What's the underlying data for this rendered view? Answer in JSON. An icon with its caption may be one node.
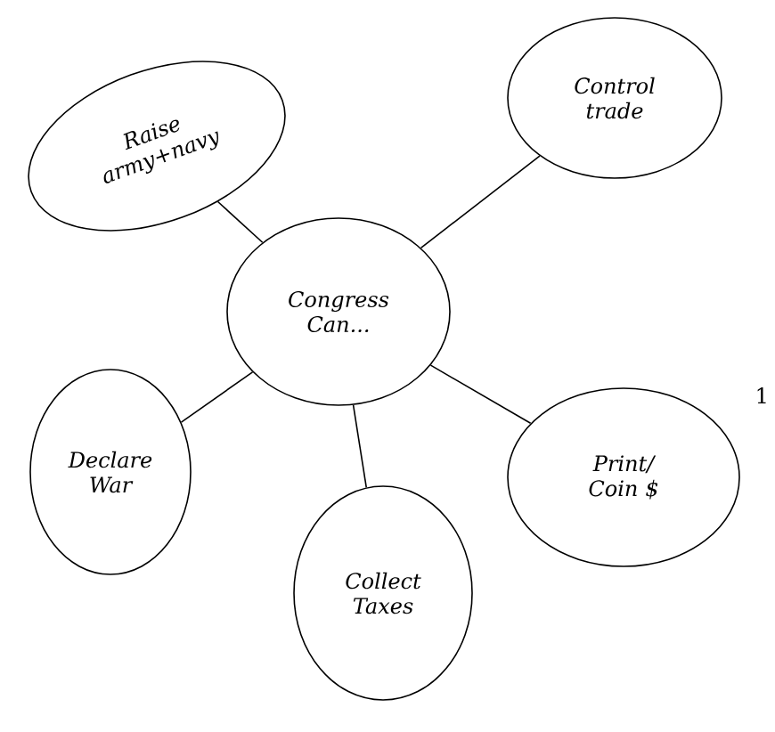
{
  "diagram": {
    "nodes": [
      {
        "text": [
          "Congress Can..."
        ]
      },
      {
        "text": [
          "Raise army+navy"
        ]
      },
      {
        "text": [
          "Control trade"
        ]
      },
      {
        "text": [
          "Declare War"
        ]
      },
      {
        "text": [
          "Collect Taxes"
        ]
      },
      {
        "text": [
          "Print/ Coin $"
        ]
      }
    ],
    "edges": [
      {
        "from": 0,
        "to": 1,
        "arrow": "none"
      },
      {
        "from": 0,
        "to": 2,
        "arrow": "none"
      },
      {
        "from": 0,
        "to": 3,
        "arrow": "none"
      },
      {
        "from": 0,
        "to": 4,
        "arrow": "none"
      },
      {
        "from": 0,
        "to": 5,
        "arrow": "none"
      }
    ],
    "labels": [
      "1"
    ]
  }
}
